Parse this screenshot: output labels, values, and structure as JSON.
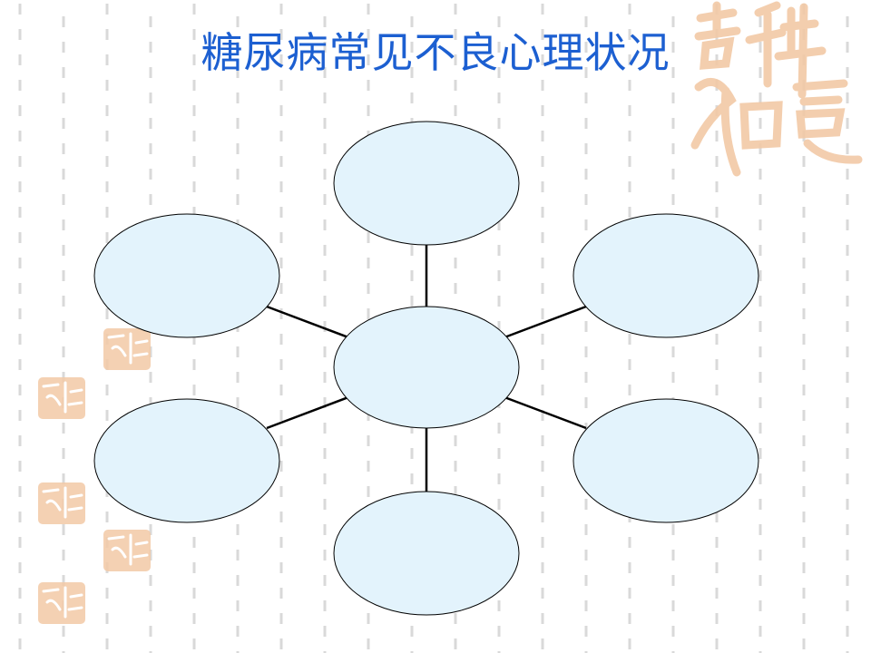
{
  "slide": {
    "title": "糖尿病常见不良心理状况"
  },
  "diagram": {
    "center_node": {
      "label": ""
    },
    "outer_nodes": [
      {
        "id": "top",
        "label": ""
      },
      {
        "id": "upper-left",
        "label": ""
      },
      {
        "id": "upper-right",
        "label": ""
      },
      {
        "id": "lower-left",
        "label": ""
      },
      {
        "id": "lower-right",
        "label": ""
      },
      {
        "id": "bottom",
        "label": ""
      }
    ]
  },
  "colors": {
    "title": "#1c5fd1",
    "node_fill": "#e3f3fc",
    "node_stroke": "#000000",
    "seal": "#f2c9a6",
    "seal_dark": "#e8b48a",
    "dash": "#d9d9d9"
  }
}
